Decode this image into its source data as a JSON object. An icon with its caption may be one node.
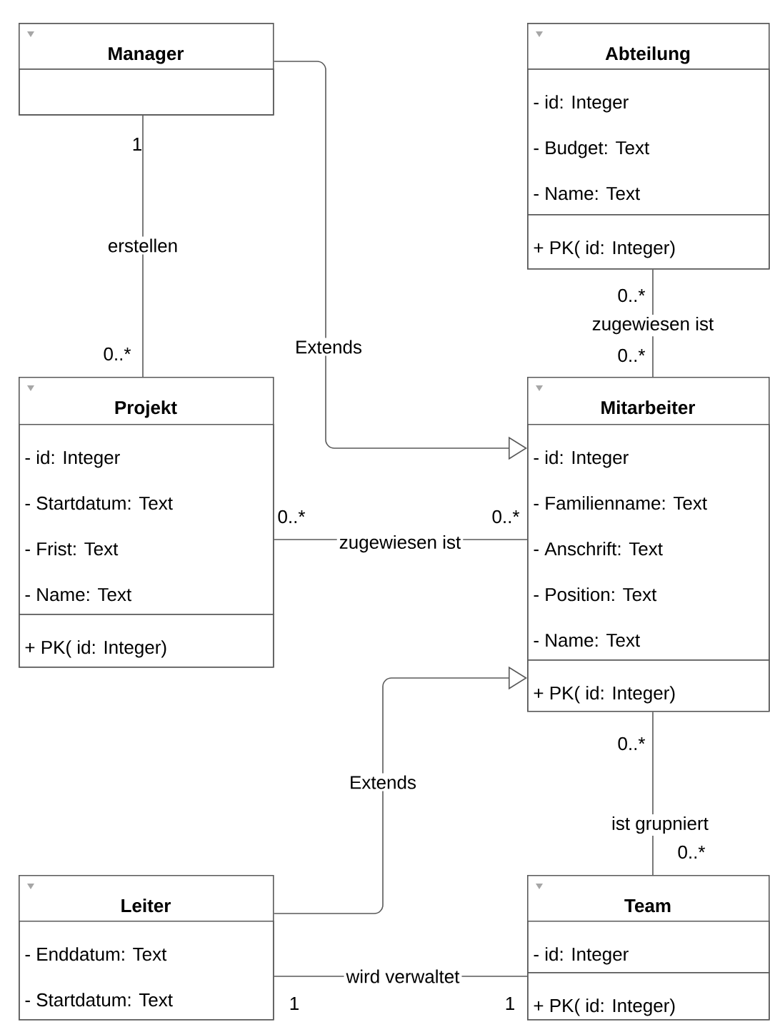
{
  "diagram": {
    "nodes": [
      {
        "text": [
          "Manager"
        ]
      },
      {
        "text": [],
        "shape": "box",
        "in": 0
      },
      {
        "text": [
          "Abteilung"
        ]
      },
      {
        "text": [
          "- id: Integer",
          "- Budget: Text",
          "- Name: Text"
        ],
        "in": 2
      },
      {
        "text": [
          "+ PK( id: Integer)"
        ],
        "in": 2
      },
      {
        "text": [
          "Projekt"
        ]
      },
      {
        "text": [
          "- id: Integer",
          "- Startdatum: Text",
          "- Frist: Text",
          "- Name: Text"
        ],
        "in": 5
      },
      {
        "text": [
          "+ PK( id: Integer)"
        ],
        "in": 5
      },
      {
        "text": [
          "Mitarbeiter"
        ]
      },
      {
        "text": [
          "- id: Integer",
          "- Familienname: Text",
          "- Anschrift: Text",
          "- Position: Text",
          "- Name: Text"
        ],
        "in": 8
      },
      {
        "text": [
          "+ PK( id: Integer)"
        ],
        "in": 8
      },
      {
        "text": [
          "Leiter"
        ]
      },
      {
        "text": [
          "- Enddatum: Text",
          "- Startdatum: Text"
        ],
        "in": 11
      },
      {
        "text": [
          "Team"
        ]
      },
      {
        "text": [
          "- id: Integer"
        ],
        "in": 13
      },
      {
        "text": [
          "+ PK( id: Integer)"
        ],
        "in": 13
      }
    ],
    "edges": [
      {
        "from": 0,
        "to": 5,
        "arrow": "none",
        "label": "erstellen"
      },
      {
        "from": 0,
        "to": 8,
        "arrow": "to",
        "label": "Extends"
      },
      {
        "from": 2,
        "to": 8,
        "arrow": "none",
        "label": "zugewiesen ist"
      },
      {
        "from": 5,
        "to": 8,
        "arrow": "none",
        "label": "zugewiesen ist"
      },
      {
        "from": 11,
        "to": 8,
        "arrow": "to",
        "label": "Extends"
      },
      {
        "from": 8,
        "to": 13,
        "arrow": "none",
        "label": "ist grupniert"
      },
      {
        "from": 11,
        "to": 13,
        "arrow": "none",
        "label": "wird verwaltet"
      }
    ],
    "labels": [
      "1",
      "0..*",
      "0..*",
      "0..*",
      "0..*",
      "0..*",
      "0..*",
      "0..*",
      "1",
      "1"
    ]
  }
}
